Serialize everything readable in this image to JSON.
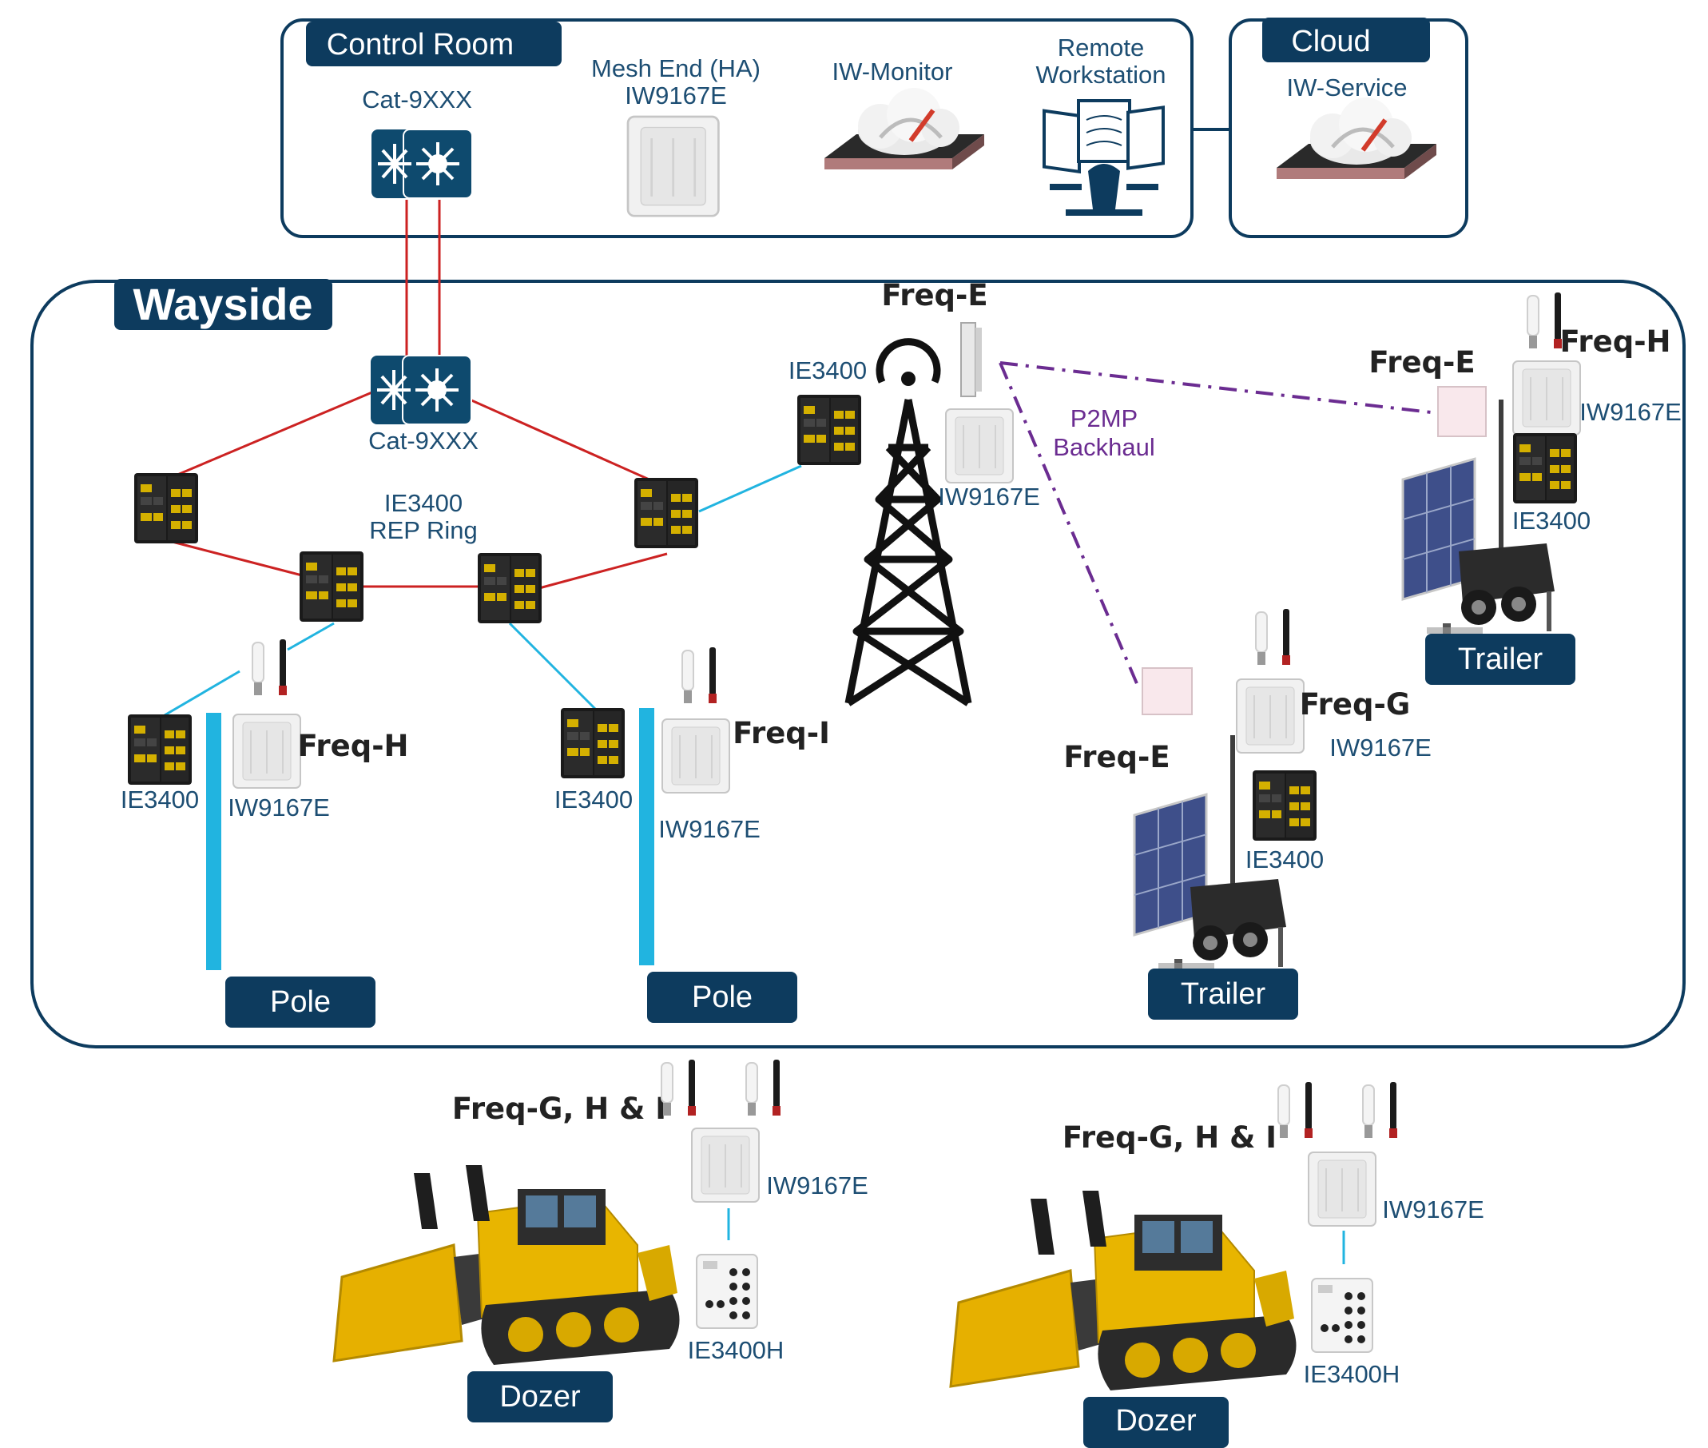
{
  "colors": {
    "navy": "#0d3b5e",
    "label_blue": "#1d4e73",
    "ring_red": "#cc2222",
    "link_cyan": "#21b4e0",
    "p2mp_purple": "#6b2c91",
    "dozer_yellow": "#e6b000"
  },
  "control_room": {
    "title": "Control Room",
    "switch_label": "Cat-9XXX",
    "mesh_end_label": "Mesh End (HA)",
    "mesh_end_model": "IW9167E",
    "monitor_label": "IW-Monitor",
    "workstation_label_line1": "Remote",
    "workstation_label_line2": "Workstation"
  },
  "cloud": {
    "title": "Cloud",
    "service_label": "IW-Service"
  },
  "wayside": {
    "title": "Wayside",
    "core_switch_label": "Cat-9XXX",
    "ring_label_line1": "IE3400",
    "ring_label_line2": "REP Ring",
    "tower_switch_label": "IE3400",
    "tower_freq": "Freq-E",
    "tower_radio_label": "IW9167E",
    "backhaul_line1": "P2MP",
    "backhaul_line2": "Backhaul",
    "pole1": {
      "switch_label": "IE3400",
      "radio_label": "IW9167E",
      "freq": "Freq-H",
      "tag": "Pole"
    },
    "pole2": {
      "switch_label": "IE3400",
      "radio_label": "IW9167E",
      "freq": "Freq-I",
      "tag": "Pole"
    },
    "trailer1": {
      "freq_backhaul": "Freq-E",
      "freq_access": "Freq-H",
      "radio_label": "IW9167E",
      "switch_label": "IE3400",
      "tag": "Trailer"
    },
    "trailer2": {
      "freq_backhaul": "Freq-E",
      "freq_access": "Freq-G",
      "radio_label": "IW9167E",
      "switch_label": "IE3400",
      "tag": "Trailer"
    }
  },
  "dozers": [
    {
      "freq": "Freq-G, H & I",
      "radio_label": "IW9167E",
      "switch_label": "IE3400H",
      "tag": "Dozer"
    },
    {
      "freq": "Freq-G, H & I",
      "radio_label": "IW9167E",
      "switch_label": "IE3400H",
      "tag": "Dozer"
    }
  ]
}
